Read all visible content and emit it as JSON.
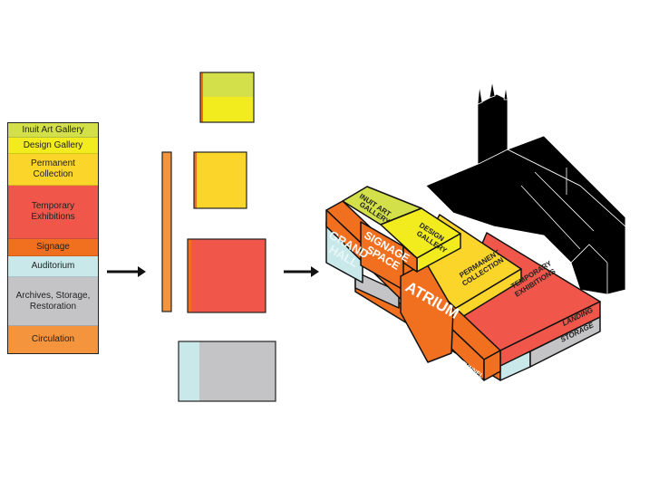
{
  "legend": [
    {
      "label": "Inuit Art Gallery",
      "color": "#d4e04a"
    },
    {
      "label": "Design Gallery",
      "color": "#f2ec1e"
    },
    {
      "label": "Permanent Collection",
      "color": "#fcd52a"
    },
    {
      "label": "Temporary Exhibitions",
      "color": "#f0574a"
    },
    {
      "label": "Signage",
      "color": "#f07020"
    },
    {
      "label": "Auditorium",
      "color": "#c8e8ea"
    },
    {
      "label": "Archives, Storage, Restoration",
      "color": "#c4c4c6"
    },
    {
      "label": "Circulation",
      "color": "#f4943c"
    }
  ],
  "building_labels": {
    "inuit_1": "INUIT ART",
    "inuit_2": "GALLERY",
    "design_1": "DESIGN",
    "design_2": "GALLERY",
    "permanent_1": "PERMANENT",
    "permanent_2": "COLLECTION",
    "temporary_1": "TEMPORARY",
    "temporary_2": "EXHIBITIONS",
    "grand_1": "GRAND",
    "grand_2": "HALL",
    "signage_1": "SIGNAGE",
    "signage_2": "SPACE",
    "atrium": "ATRIUM",
    "landing": "LANDING",
    "storage": "STORAGE",
    "tunnel": "TUNNEL"
  }
}
